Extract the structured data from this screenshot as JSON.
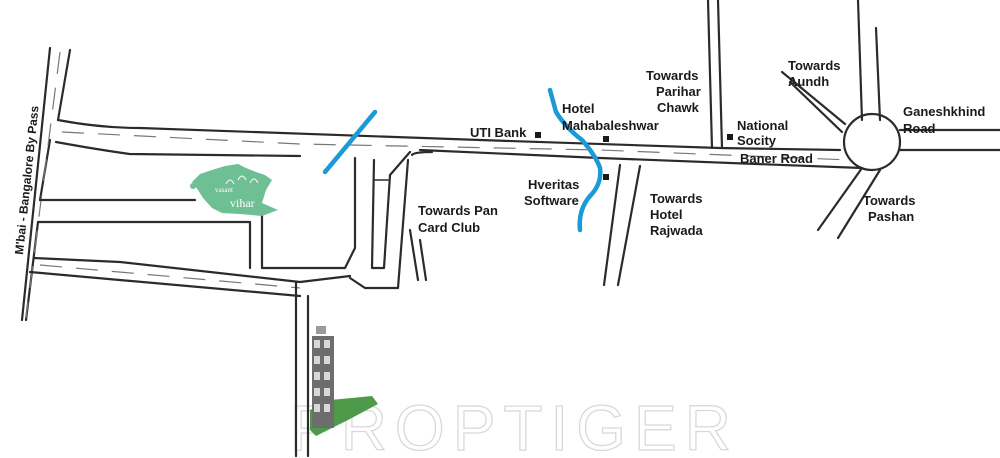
{
  "map": {
    "labels": {
      "bypass": "M'bai - Bangalore By Pass",
      "uti_bank": "UTI Bank",
      "hotel_1": "Hotel",
      "hotel_2": "Mahabaleshwar",
      "hveritas_1": "Hveritas",
      "hveritas_2": "Software",
      "pan_card_1": "Towards Pan",
      "pan_card_2": "Card Club",
      "parihar_1": "Towards",
      "parihar_2": "Parihar",
      "parihar_3": "Chawk",
      "rajwada_1": "Towards",
      "rajwada_2": "Hotel",
      "rajwada_3": "Rajwada",
      "national_1": "National",
      "national_2": "Socity",
      "baner_road": "Baner Road",
      "aundh_1": "Towards",
      "aundh_2": "Aundh",
      "ganeshkhind_1": "Ganeshkhind",
      "ganeshkhind_2": "Road",
      "pashan_1": "Towards",
      "pashan_2": "Pashan",
      "vasant": "vasant",
      "vihar": "vihar"
    },
    "watermark": "PROPTIGER",
    "colors": {
      "river": "#1c9ad6",
      "vasant_vihar": "#6fbf94",
      "project_site": "#4e9a4a",
      "road": "#2b2b2b"
    }
  }
}
